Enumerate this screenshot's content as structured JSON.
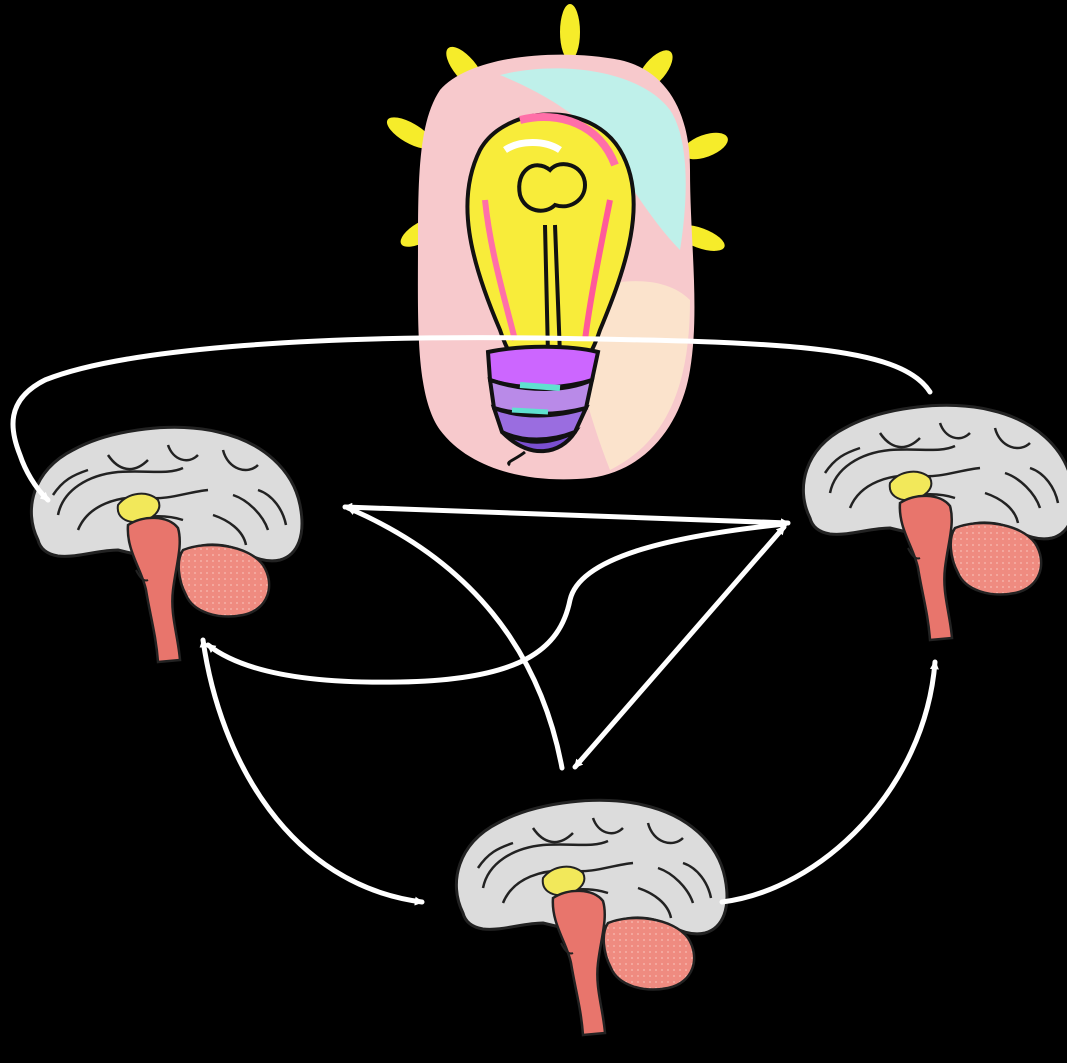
{
  "colors": {
    "background": "#000000",
    "arrow": "#ffffff",
    "brain_cortex": "#dcdcdc",
    "brain_outline": "#222222",
    "brainstem": "#e8756c",
    "cerebellum": "#ef8b80",
    "thalamus": "#f2e85a",
    "bulb_glass": "#f8ec3a",
    "bulb_halo": "#f7c9cc",
    "bulb_halo_accent": "#bff0ea",
    "bulb_base": "#a86be0",
    "rays": "#f6ec2a"
  },
  "nodes": [
    {
      "id": "brain-left",
      "icon": "brain-sagittal"
    },
    {
      "id": "brain-right",
      "icon": "brain-sagittal"
    },
    {
      "id": "brain-bottom",
      "icon": "brain-sagittal"
    },
    {
      "id": "idea",
      "icon": "light-bulb"
    }
  ]
}
